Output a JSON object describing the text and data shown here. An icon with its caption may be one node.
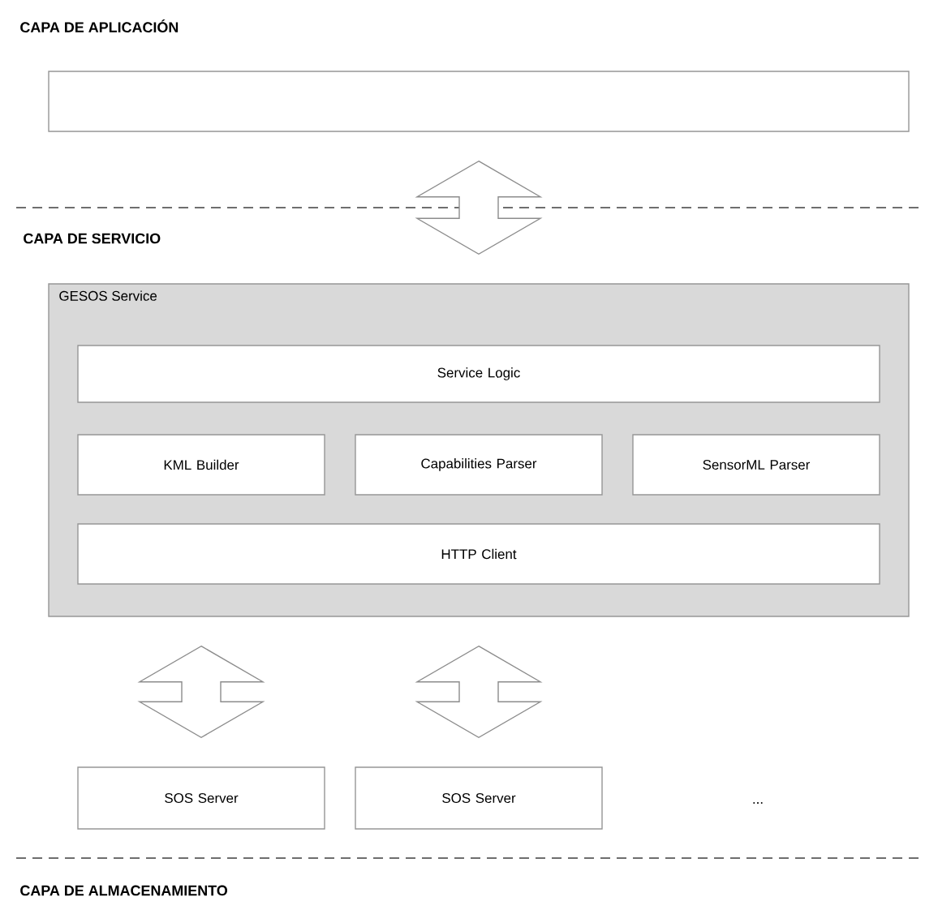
{
  "diagram": {
    "nodes": [
      {
        "text": [],
        "shape": "box"
      },
      {
        "text": [
          "GESOS Service"
        ]
      },
      {
        "text": [
          "Service Logic"
        ],
        "in": 1
      },
      {
        "text": [
          "KML Builder"
        ],
        "in": 1
      },
      {
        "text": [
          "Capabilities Parser"
        ],
        "in": 1
      },
      {
        "text": [
          "SensorML Parser"
        ],
        "in": 1
      },
      {
        "text": [
          "HTTP Client"
        ],
        "in": 1
      },
      {
        "text": [
          "SOS Server"
        ]
      },
      {
        "text": [
          "SOS Server"
        ]
      }
    ],
    "edges": [
      {
        "from": 0,
        "to": 1,
        "arrow": "both"
      },
      {
        "from": 1,
        "to": 7,
        "arrow": "both"
      },
      {
        "from": 1,
        "to": 8,
        "arrow": "both"
      }
    ],
    "labels": [
      "CAPA DE APLICACIÓN",
      "CAPA DE SERVICIO",
      "...",
      "CAPA DE ALMACENAMIENTO"
    ]
  }
}
